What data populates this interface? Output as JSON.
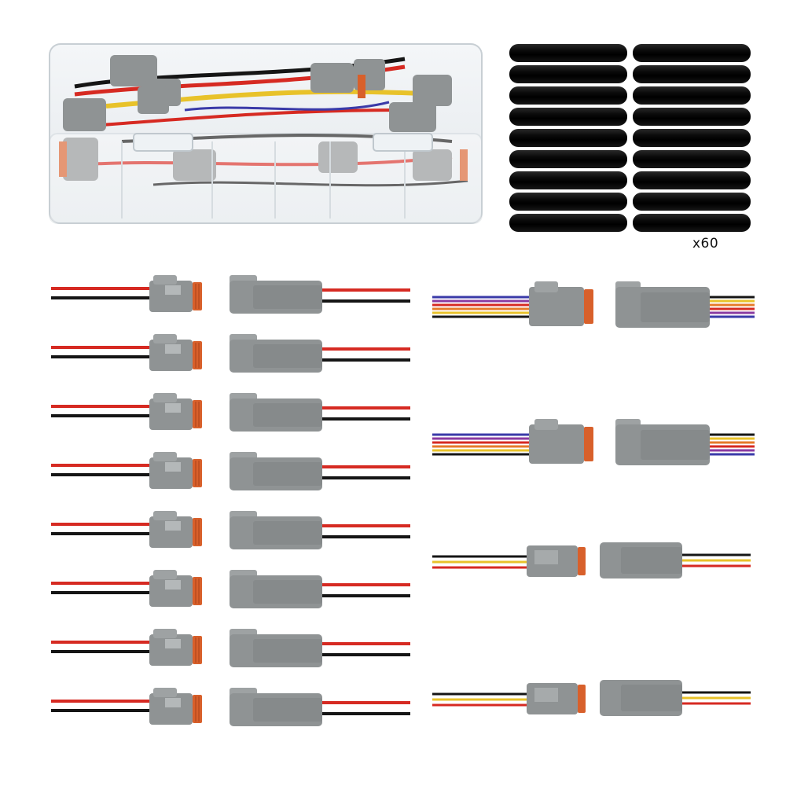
{
  "product": {
    "heat_shrink_count_label": "x60",
    "heat_shrink_tube_count": 18,
    "colors": {
      "connector_gray": "#8f9394",
      "wedgelock_orange": "#d8602b",
      "wire_red": "#d62a22",
      "wire_black": "#151515",
      "wire_blue": "#3a3aa8",
      "wire_yellow": "#e8c22a",
      "tube_black": "#0b0b0b"
    },
    "left_column": {
      "connector": "2-pin",
      "wires": [
        "red",
        "black"
      ],
      "count": 8
    },
    "right_column": [
      {
        "connector": "6-pin",
        "wires": [
          "blue",
          "purple",
          "red",
          "orange",
          "yellow",
          "black"
        ]
      },
      {
        "connector": "6-pin",
        "wires": [
          "blue",
          "purple",
          "red",
          "orange",
          "yellow",
          "black"
        ]
      },
      {
        "connector": "3-pin",
        "wires": [
          "black",
          "yellow",
          "red"
        ]
      },
      {
        "connector": "3-pin",
        "wires": [
          "black",
          "yellow",
          "red"
        ]
      }
    ]
  }
}
